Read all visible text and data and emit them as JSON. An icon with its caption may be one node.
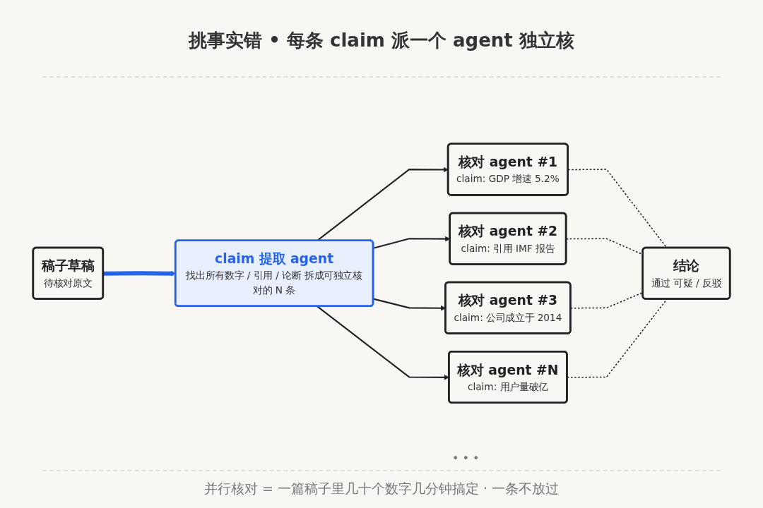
{
  "diagram": {
    "title": "挑事实错 • 每条 claim 派一个 agent 独立核",
    "caption": "并行核对 = 一篇稿子里几十个数字几分钟搞定 · 一条不放过",
    "nodes": [
      {
        "text": [
          "稿子草稿",
          "待核对原文"
        ]
      },
      {
        "text": [
          "claim 提取 agent",
          "找出所有数字 / 引用 / 论断 拆成可独立核对的 N 条"
        ]
      },
      {
        "text": [
          "核对 agent #1",
          "claim: GDP 增速 5.2%"
        ]
      },
      {
        "text": [
          "核对 agent #2",
          "claim: 引用 IMF 报告"
        ]
      },
      {
        "text": [
          "核对 agent #3",
          "claim: 公司成立于 2014"
        ]
      },
      {
        "text": [
          "核对 agent #N",
          "claim: 用户量破亿"
        ]
      },
      {
        "text": [
          "结论",
          "通过 可疑 / 反驳"
        ]
      }
    ],
    "edges": [
      {
        "from": 0,
        "to": 1,
        "arrow": "to",
        "style": "thick",
        "color": "#2563eb"
      },
      {
        "from": 1,
        "to": 2,
        "arrow": "to"
      },
      {
        "from": 1,
        "to": 3,
        "arrow": "to"
      },
      {
        "from": 1,
        "to": 4,
        "arrow": "to"
      },
      {
        "from": 1,
        "to": 5,
        "arrow": "to"
      },
      {
        "from": 2,
        "to": 6,
        "arrow": "none",
        "style": "dashed"
      },
      {
        "from": 3,
        "to": 6,
        "arrow": "none",
        "style": "dashed"
      },
      {
        "from": 4,
        "to": 6,
        "arrow": "none",
        "style": "dashed"
      },
      {
        "from": 5,
        "to": 6,
        "arrow": "none",
        "style": "dashed"
      }
    ],
    "labels": [
      "• • •"
    ]
  }
}
